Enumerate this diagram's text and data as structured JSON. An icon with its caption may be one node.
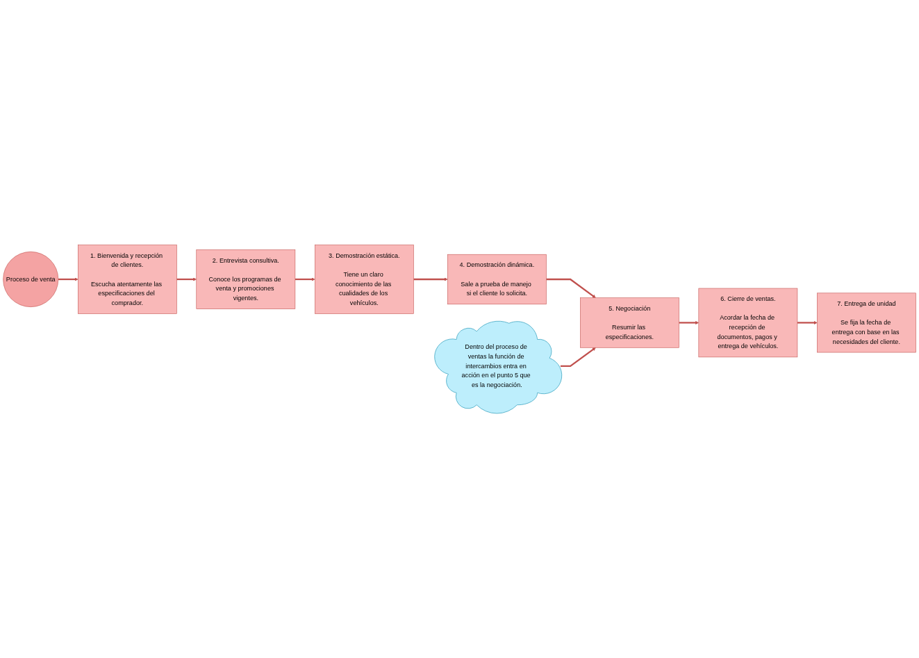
{
  "diagram": {
    "nodes": [
      {
        "text": [
          "Proceso de venta"
        ]
      },
      {
        "text": [
          "1. Bienvenida y recepción de clientes.",
          "Escucha atentamente las especificaciones del comprador."
        ]
      },
      {
        "text": [
          "2. Entrevista consultiva.",
          "Conoce los programas de venta y promociones vigentes."
        ]
      },
      {
        "text": [
          "3. Demostración estática.",
          "Tiene un claro conocimiento de las cualidades de los vehículos."
        ]
      },
      {
        "text": [
          "4. Demostración dinámica.",
          "Sale a prueba de manejo si el cliente lo solicita."
        ]
      },
      {
        "text": [
          "5. Negociación",
          "Resumir las especificaciones."
        ]
      },
      {
        "text": [
          "6. Cierre de ventas.",
          "Acordar la fecha de recepción de documentos, pagos y entrega de vehículos."
        ]
      },
      {
        "text": [
          "7. Entrega de unidad",
          "Se fija la fecha de entrega con base en las necesidades del cliente."
        ]
      },
      {
        "text": [
          "Dentro del proceso de ventas la función de intercambios entra en acción en el punto 5 que es la negociación."
        ]
      }
    ],
    "edges": [
      {
        "from": 0,
        "to": 1,
        "arrow": "to"
      },
      {
        "from": 1,
        "to": 2,
        "arrow": "to"
      },
      {
        "from": 2,
        "to": 3,
        "arrow": "to"
      },
      {
        "from": 3,
        "to": 4,
        "arrow": "to"
      },
      {
        "from": 4,
        "to": 5,
        "arrow": "to"
      },
      {
        "from": 5,
        "to": 6,
        "arrow": "to"
      },
      {
        "from": 6,
        "to": 7,
        "arrow": "to"
      },
      {
        "from": 8,
        "to": 5,
        "arrow": "to"
      }
    ]
  }
}
